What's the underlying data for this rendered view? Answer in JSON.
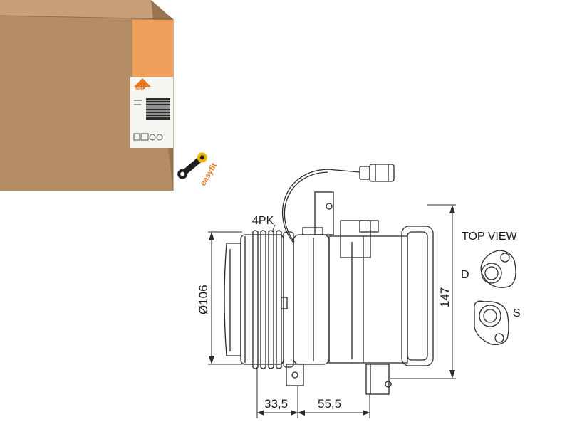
{
  "box": {
    "brand_label": "NRF",
    "easyfit_text": "easyfit",
    "colors": {
      "cardboard": "#b38b63",
      "cardboard_dark": "#8f6a47",
      "tape": "#f0a05a",
      "brand_orange": "#e87722"
    }
  },
  "drawing": {
    "belt_label": "4PK",
    "pulley_diameter": "Ø106",
    "height_dim": "147",
    "width_front": "33,5",
    "width_body": "55,5",
    "top_view_label": "TOP VIEW",
    "port_d": "D",
    "port_s": "S"
  }
}
